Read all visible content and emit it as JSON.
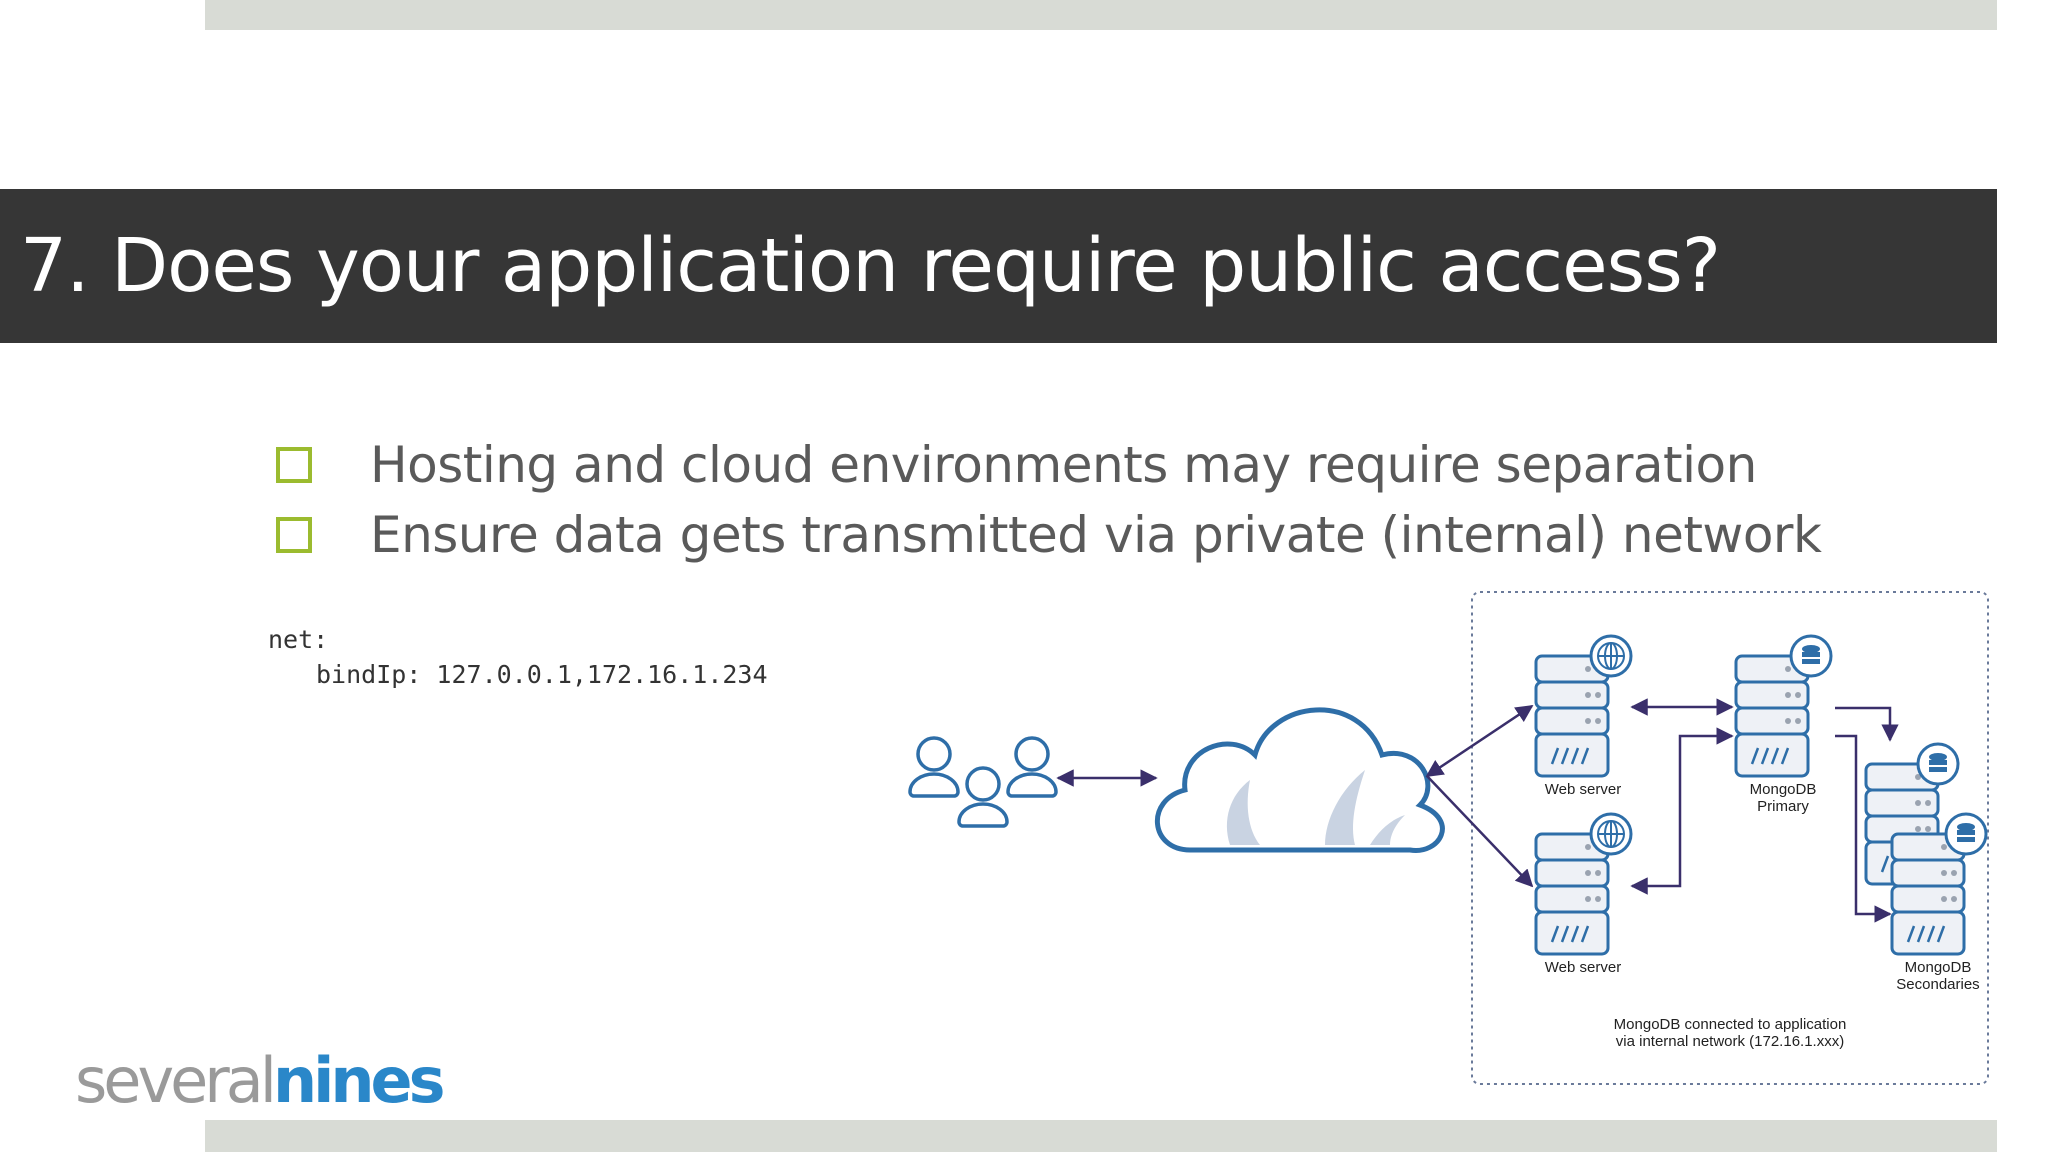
{
  "slide": {
    "title": "7. Does your application require public access?",
    "bullets": [
      "Hosting and cloud environments may require separation",
      "Ensure data gets transmitted via private (internal) network"
    ],
    "code": {
      "line1": "net:",
      "line2": "bindIp: 127.0.0.1,172.16.1.234"
    },
    "diagram": {
      "web_server_1": "Web server",
      "web_server_2": "Web server",
      "mongodb_primary_1": "MongoDB",
      "mongodb_primary_2": "Primary",
      "mongodb_secondaries_1": "MongoDB",
      "mongodb_secondaries_2": "Secondaries",
      "caption_1": "MongoDB connected to application",
      "caption_2": "via internal network (172.16.1.xxx)"
    },
    "logo": {
      "part1": "several",
      "part2": "nines"
    },
    "colors": {
      "title_band": "#363636",
      "checkbox": "#9bbb2f",
      "logo_blue": "#2a87c9",
      "diagram_line": "#3a2f6b"
    }
  }
}
